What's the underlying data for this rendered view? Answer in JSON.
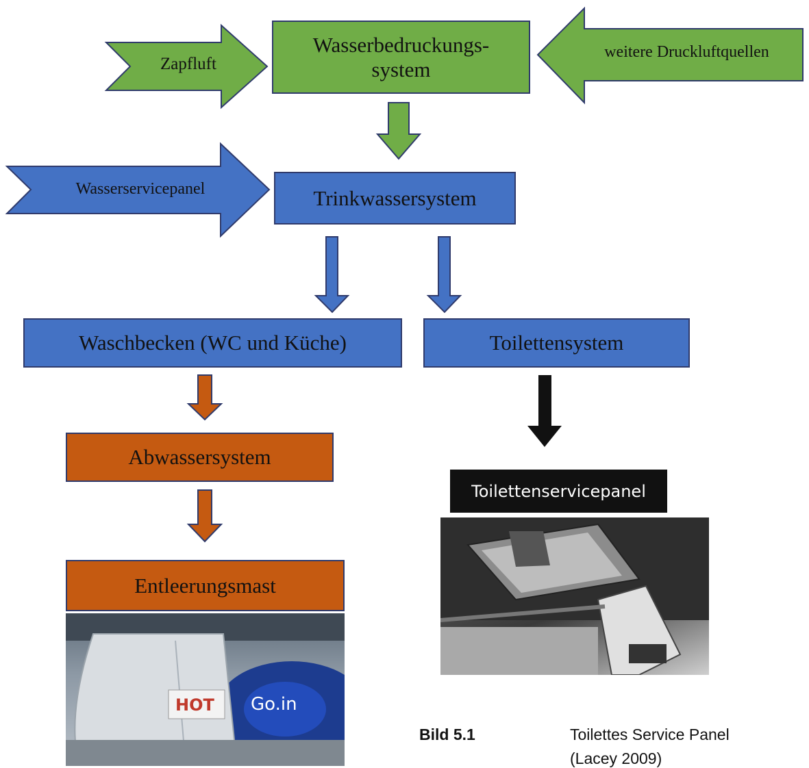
{
  "nodes": {
    "pressurization": "Wasserbedruckungs-\nsystem",
    "bleed_air": "Zapfluft",
    "other_sources": "weitere Druckluftquellen",
    "water_service_panel": "Wasserservicepanel",
    "potable_water": "Trinkwassersystem",
    "washbasins": "Waschbecken (WC und Küche)",
    "toilet_system": "Toilettensystem",
    "waste_water": "Abwassersystem",
    "drain_mast": "Entleerungsmast",
    "toilet_service_panel": "Toilettenservicepanel"
  },
  "photo_text": {
    "hot_sign": "HOT",
    "go_logo": "Go.in"
  },
  "caption": {
    "number": "Bild 5.1",
    "text": "Toilettes Service Panel",
    "source": "(Lacey 2009)"
  },
  "colors": {
    "green": "#70ad47",
    "blue": "#4472c4",
    "orange": "#c55a11",
    "black": "#111111",
    "border": "#2f3a6b"
  }
}
